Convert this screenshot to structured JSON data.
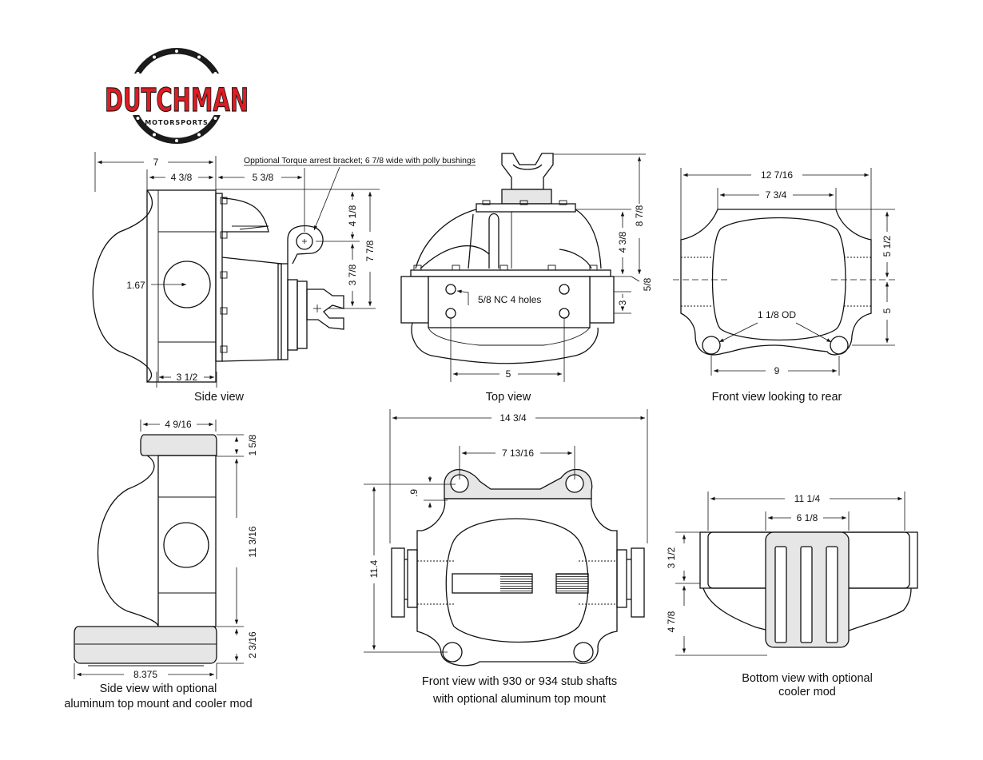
{
  "logo": {
    "brand": "DUTCHMAN",
    "sub": "MOTORSPORTS",
    "colors": {
      "red": "#e01b22",
      "ring": "#1a1a1a"
    }
  },
  "note": "Opptional Torque arrest bracket; 6 7/8 wide with polly bushings",
  "views": {
    "side": {
      "caption": "Side view",
      "dims": {
        "overall": "7",
        "a": "4 3/8",
        "b": "5 3/8",
        "c": "4 1/8",
        "d": "3 7/8",
        "e": "7 7/8",
        "dia": "1.67",
        "base": "3 1/2"
      }
    },
    "top": {
      "caption": "Top view",
      "dims": {
        "h1": "8 7/8",
        "h2": "4 3/8",
        "h3": "3",
        "h4": "5/8",
        "holes": "5/8 NC 4 holes",
        "base": "5"
      }
    },
    "front": {
      "caption": "Front view looking to rear",
      "dims": {
        "w1": "12 7/16",
        "w2": "7 3/4",
        "h1": "5 1/2",
        "h2": "5",
        "od": "1 1/8 OD",
        "w3": "9"
      }
    },
    "side_mod": {
      "caption_1": "Side view with optional",
      "caption_2": "aluminum top mount and cooler mod",
      "dims": {
        "w": "4 9/16",
        "top": "1 5/8",
        "mid": "11 3/16",
        "bot": "2 3/16",
        "base": "8.375"
      }
    },
    "front_mod": {
      "caption_1": "Front view with 930 or 934 stub shafts",
      "caption_2": "with optional aluminum top mount",
      "dims": {
        "w": "14 3/4",
        "holes": "7 13/16",
        "h": "11.4",
        "small": ".9"
      }
    },
    "bottom": {
      "caption_1": "Bottom view with optional",
      "caption_2": "cooler mod",
      "dims": {
        "w1": "11 1/4",
        "w2": "6 1/8",
        "h1": "3 1/2",
        "h2": "4 7/8"
      }
    }
  }
}
